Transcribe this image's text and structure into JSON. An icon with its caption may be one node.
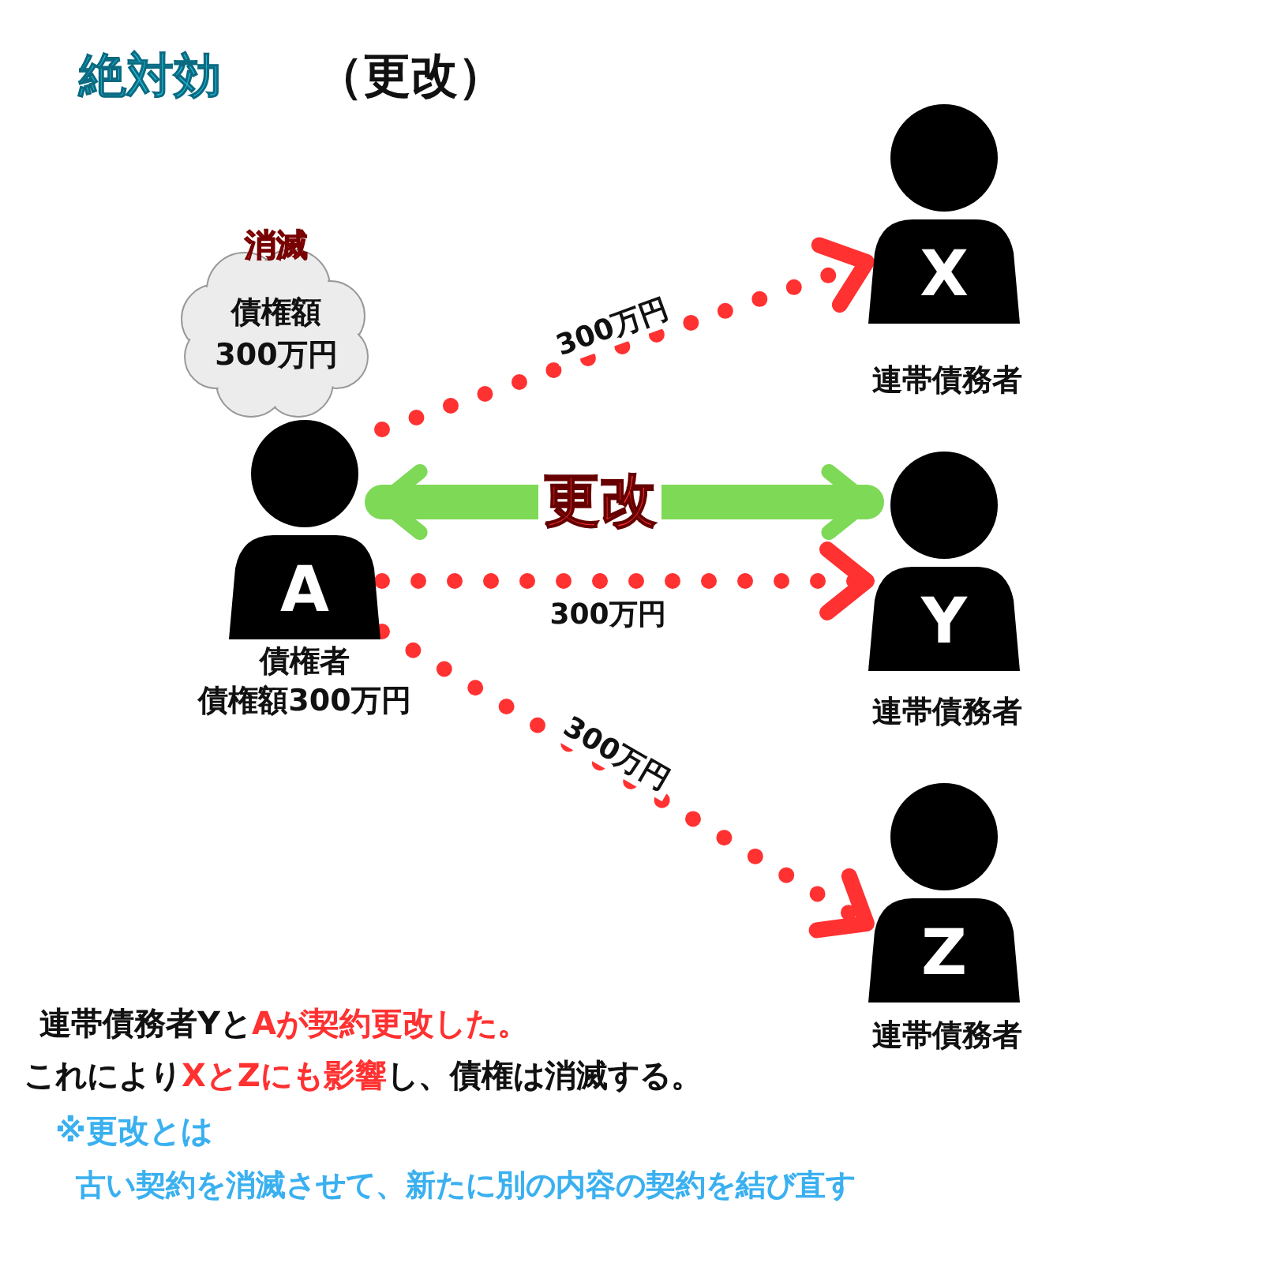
{
  "diagram": {
    "title": "絶対効",
    "nodes": [
      {
        "text": [
          "債権額300万円"
        ],
        "beside": [
          "消滅"
        ]
      },
      {
        "text": [
          "A"
        ],
        "beside": [
          "債権者",
          "債権額300万円"
        ]
      },
      {
        "text": [
          "X"
        ],
        "beside": [
          "連帯債務者"
        ]
      },
      {
        "text": [
          "Y"
        ],
        "beside": [
          "連帯債務者"
        ]
      },
      {
        "text": [
          "Z"
        ],
        "beside": [
          "連帯債務者"
        ]
      }
    ],
    "edges": [
      {
        "from": 1,
        "to": 2,
        "arrow": "to",
        "label": "300万円",
        "style": "dashed"
      },
      {
        "from": 1,
        "to": 3,
        "arrow": "both",
        "label": "更改",
        "style": "thick",
        "color": "#7ed957"
      },
      {
        "from": 1,
        "to": 3,
        "arrow": "to",
        "label": "300万円",
        "style": "dashed"
      },
      {
        "from": 1,
        "to": 4,
        "arrow": "to",
        "label": "300万円",
        "style": "dashed"
      }
    ],
    "labels": [
      "（更改）",
      "連帯債務者Yと**Aが契約更改した。**",
      "これにより**XとZにも影響**し、債権は消滅する。",
      "※更改とは",
      "古い契約を消滅させて、新たに別の内容の契約を結び直す"
    ]
  }
}
